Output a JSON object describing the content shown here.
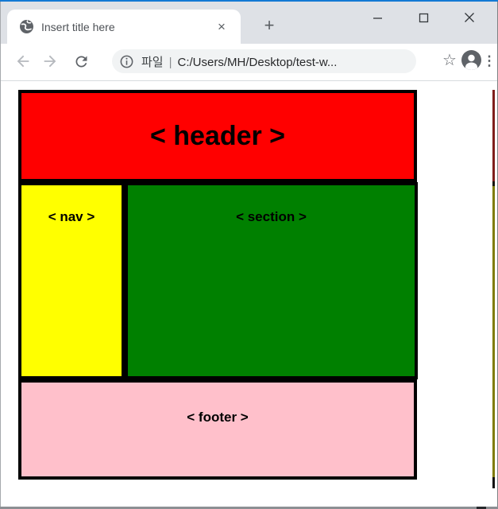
{
  "tab": {
    "title": "Insert title here"
  },
  "icons": {
    "tab_close": "×",
    "new_tab": "+",
    "bookmark_star": "☆",
    "menu_dots": "⋮"
  },
  "address_bar": {
    "scheme_label": "파일",
    "separator": "|",
    "path": "C:/Users/MH/Desktop/test-w..."
  },
  "page": {
    "header": {
      "label": "< header >",
      "bg": "#ff0000"
    },
    "nav": {
      "label": "< nav >",
      "bg": "#ffff00"
    },
    "section": {
      "label": "< section >",
      "bg": "#008000"
    },
    "footer": {
      "label": "< footer >",
      "bg": "#ffc0cb"
    }
  },
  "colors": {
    "accent_top": "#1379d4",
    "tabstrip_bg": "#dee1e6",
    "omnibox_bg": "#f1f3f4",
    "icon_gray": "#5f6368",
    "disabled_icon_gray": "#b6b9be",
    "box_border": "#000000"
  }
}
